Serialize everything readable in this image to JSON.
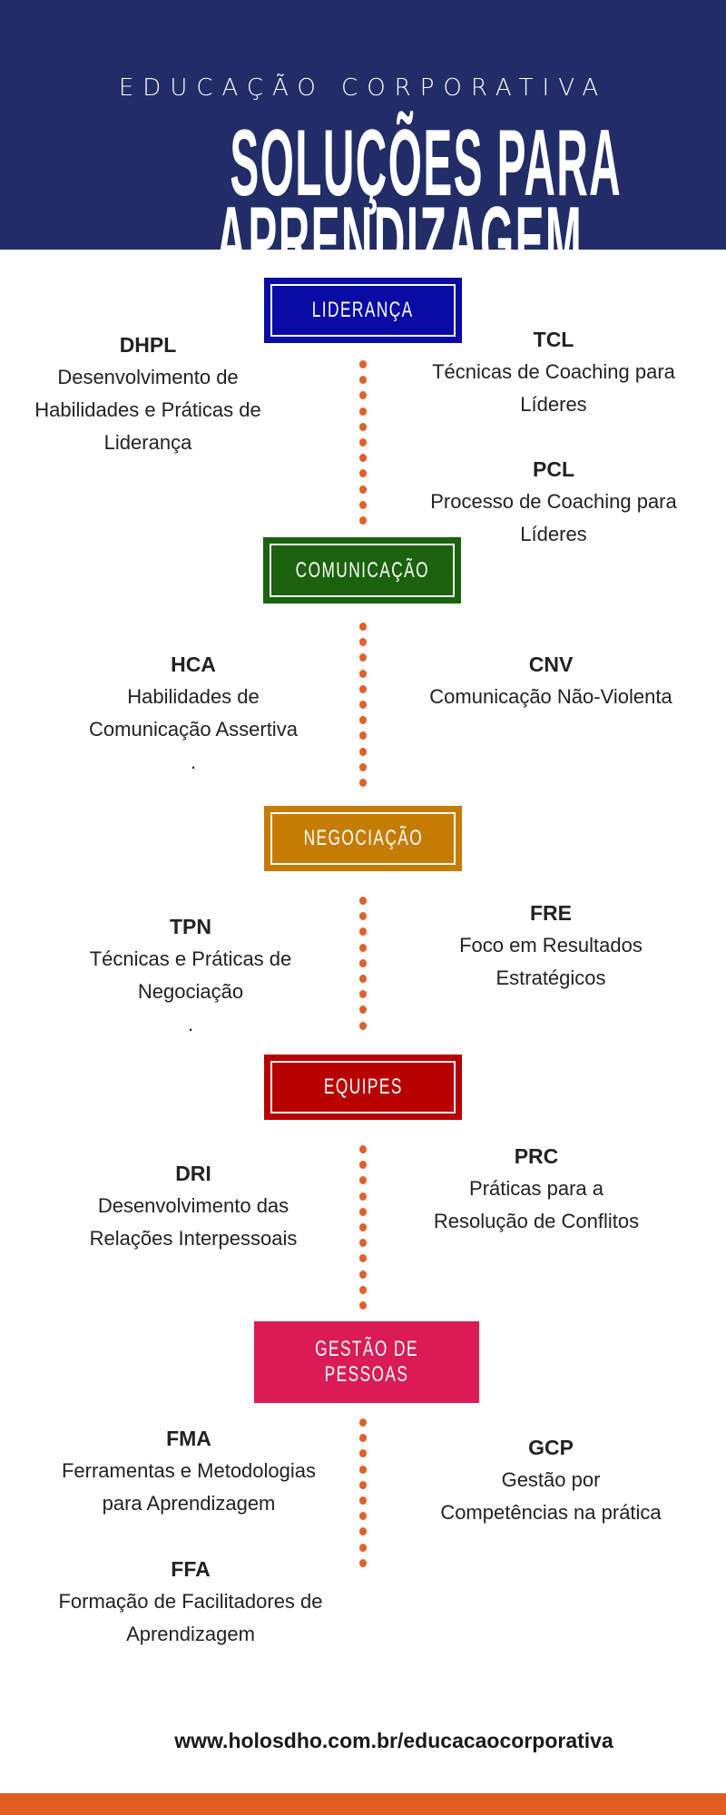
{
  "header": {
    "subtitle": "EDUCAÇÃO CORPORATIVA",
    "title_line1": "SOLUÇÕES PARA",
    "title_line2": "APRENDIZAGEM"
  },
  "colors": {
    "header_bg": "#212d67",
    "lideranca": "#0a0aa5",
    "comunicacao": "#1a620d",
    "negociacao": "#c67c02",
    "equipes": "#b80000",
    "gestao": "#db1b56",
    "dots": "#e0602a",
    "footer_bar": "#e25d22"
  },
  "categories": [
    {
      "label": "LIDERANÇA",
      "left": [
        {
          "code": "DHPL",
          "desc": "Desenvolvimento de\nHabilidades e Práticas de\nLiderança"
        }
      ],
      "right": [
        {
          "code": "TCL",
          "desc": "Técnicas de Coaching para\nLíderes"
        },
        {
          "code": "PCL",
          "desc": "Processo de Coaching para\nLíderes"
        }
      ]
    },
    {
      "label": "COMUNICAÇÃO",
      "left": [
        {
          "code": "HCA",
          "desc": "Habilidades de\nComunicação Assertiva\n."
        }
      ],
      "right": [
        {
          "code": "CNV",
          "desc": "Comunicação Não-Violenta"
        }
      ]
    },
    {
      "label": "NEGOCIAÇÃO",
      "left": [
        {
          "code": "TPN",
          "desc": "Técnicas e Práticas de\nNegociação\n."
        }
      ],
      "right": [
        {
          "code": "FRE",
          "desc": "Foco em Resultados\nEstratégicos"
        }
      ]
    },
    {
      "label": "EQUIPES",
      "left": [
        {
          "code": "DRI",
          "desc": "Desenvolvimento das\nRelações Interpessoais"
        }
      ],
      "right": [
        {
          "code": "PRC",
          "desc": "Práticas para a\nResolução de Conflitos"
        }
      ]
    },
    {
      "label": "GESTÃO DE\nPESSOAS",
      "left": [
        {
          "code": "FMA",
          "desc": "Ferramentas e Metodologias\npara Aprendizagem"
        },
        {
          "code": "FFA",
          "desc": "Formação de Facilitadores de\nAprendizagem"
        }
      ],
      "right": [
        {
          "code": "GCP",
          "desc": "Gestão  por\nCompetências na prática"
        }
      ]
    }
  ],
  "footer": {
    "url": "www.holosdho.com.br/educacaocorporativa"
  }
}
